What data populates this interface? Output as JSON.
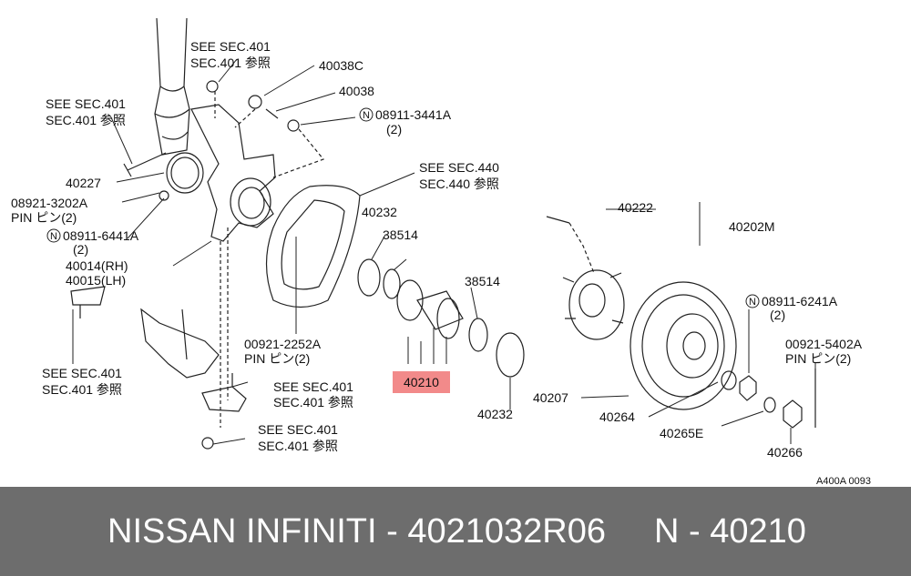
{
  "colors": {
    "highlight": "#f28a8a",
    "line": "#222222",
    "footer_bg": "#6d6d6d",
    "footer_text": "#ffffff"
  },
  "diagram": {
    "see_401_a": [
      "SEE SEC.401",
      "SEC.401 参照"
    ],
    "p_40038C": "40038C",
    "p_40038": "40038",
    "p_08911_3441A": [
      "08911-3441A",
      "(2)"
    ],
    "see_401_b": [
      "SEE SEC.401",
      "SEC.401 参照"
    ],
    "see_440": [
      "SEE SEC.440",
      "SEC.440 参照"
    ],
    "p_40227": "40227",
    "p_08921_3202A": [
      "08921-3202A",
      "PIN ピン(2)"
    ],
    "p_08911_6441A": [
      "08911-6441A",
      "(2)"
    ],
    "p_40014": "40014(RH)",
    "p_40015": "40015(LH)",
    "p_40232_top": "40232",
    "p_38514_top": "38514",
    "p_38514_mid": "38514",
    "p_40222": "40222",
    "p_40202M": "40202M",
    "p_08911_6241A": [
      "08911-6241A",
      "(2)"
    ],
    "p_00921_5402A": [
      "00921-5402A",
      "PIN ピン(2)"
    ],
    "p_00921_2252A": [
      "00921-2252A",
      "PIN ピン(2)"
    ],
    "see_401_c": [
      "SEE SEC.401",
      "SEC.401 参照"
    ],
    "see_401_d": [
      "SEE SEC.401",
      "SEC.401 参照"
    ],
    "see_401_e": [
      "SEE SEC.401",
      "SEC.401 参照"
    ],
    "p_40210": "40210",
    "p_40232_bot": "40232",
    "p_40207": "40207",
    "p_40264": "40264",
    "p_40265E": "40265E",
    "p_40266": "40266",
    "diagram_code": "A400A 0093",
    "circled_n": "N"
  },
  "footer": {
    "brand": "NISSAN  INFINITI - 4021032R06",
    "code": "N - 40210"
  }
}
